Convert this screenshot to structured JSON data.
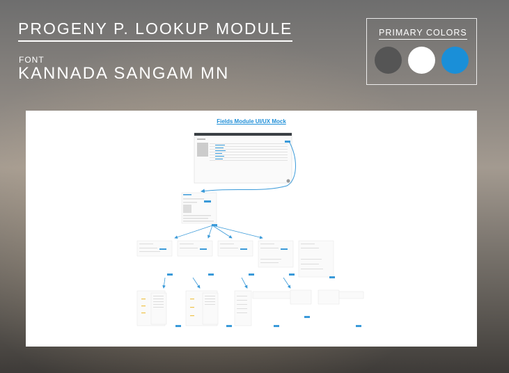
{
  "header": {
    "title": "PROGENY P. LOOKUP MODULE",
    "font_label": "FONT",
    "font_name": "KANNADA SANGAM MN"
  },
  "colors": {
    "title": "PRIMARY COLORS",
    "swatches": [
      "#555555",
      "#ffffff",
      "#1a8fd8"
    ]
  },
  "mock": {
    "title": "Fields Module UI/UX Mock"
  }
}
